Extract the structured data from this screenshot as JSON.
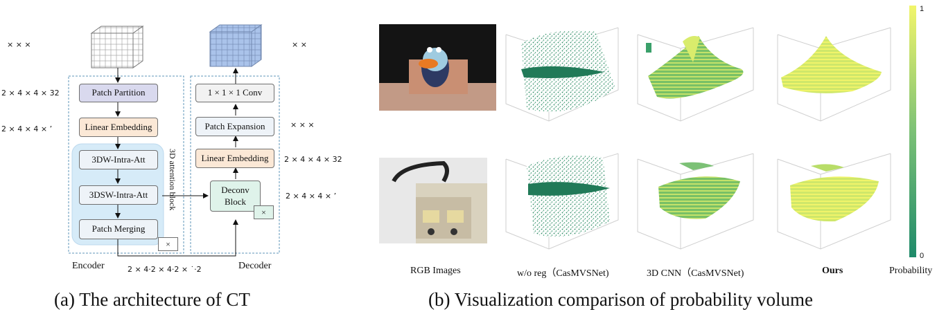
{
  "left": {
    "cube_input_label": "×   ×   ×",
    "cube_output_label": "×   ×",
    "dims": {
      "d1": "2 × 4 × 4 × 32",
      "d2": "2 × 4 × 4 ×  ʼ",
      "d3": "2 × 4 × 4 × 32",
      "d4": "2 × 4 × 4 ×  ʼ",
      "d5": "×   ×   ×",
      "bottom": "2 × 4·2 × 4·2 ×  ˙·2"
    },
    "encoder": {
      "title": "Encoder",
      "patch_partition": "Patch Partition",
      "linear_embedding": "Linear Embedding",
      "intra_att": "3DW-Intra-Att",
      "shift_intra_att": "3DSW-Intra-Att",
      "patch_merging": "Patch Merging",
      "attention_block": "3D attention block",
      "times": "×"
    },
    "decoder": {
      "title": "Decoder",
      "conv": "1 × 1 × 1 Conv",
      "patch_expansion": "Patch Expansion",
      "linear_embedding": "Linear Embedding",
      "deconv": "Deconv Block",
      "times": "×"
    },
    "caption": "(a) The architecture of CT"
  },
  "right": {
    "columns": [
      "RGB Images",
      "w/o reg（CasMVSNet)",
      "3D CNN（CasMVSNet)",
      "Ours"
    ],
    "colorbar": {
      "label": "Probability",
      "max": "1",
      "min": "0",
      "top_color": "#f2f56b",
      "bottom_color": "#1e8a6a"
    },
    "caption": "(b) Visualization comparison of  probability volume"
  }
}
